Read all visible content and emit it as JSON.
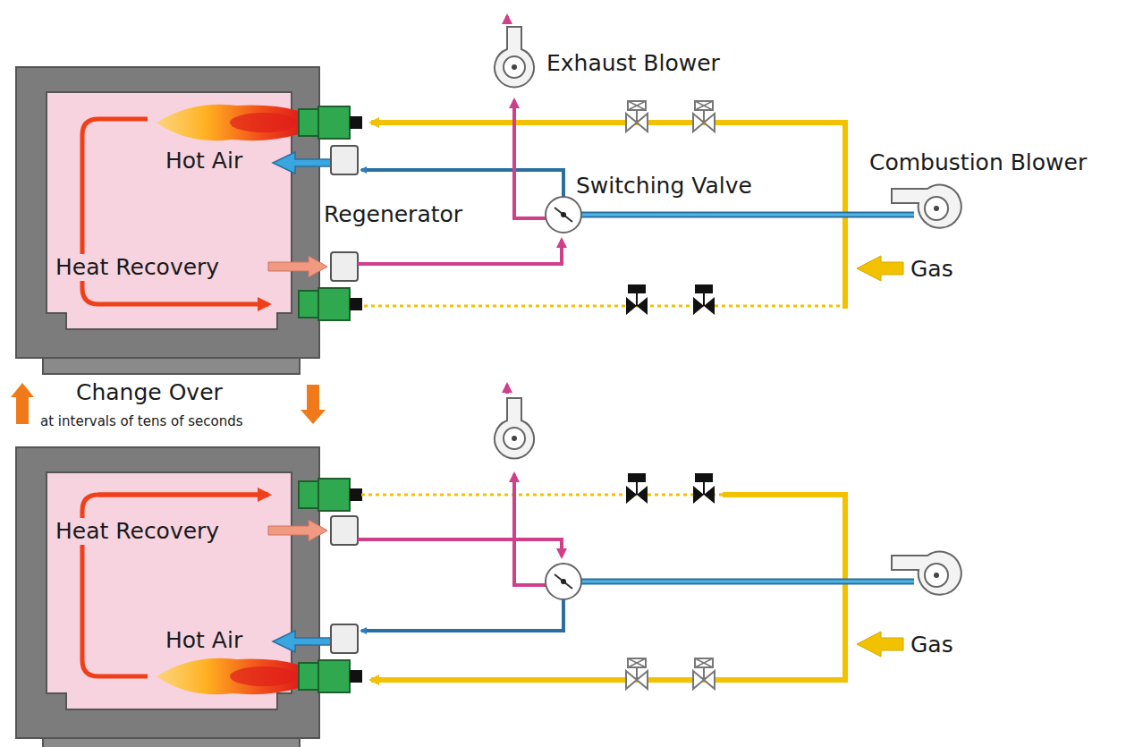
{
  "diagram": {
    "nodes": [
      {
        "text": [
          "Hot Air",
          "Heat Recovery"
        ]
      },
      {
        "text": [
          "Heat Recovery",
          "Hot Air"
        ]
      }
    ],
    "labels": [
      "Exhaust Blower",
      "Switching Valve",
      "Combustion Blower",
      "Regenerator",
      "Gas",
      "Change Over",
      "at intervals of tens of seconds",
      "Gas"
    ]
  }
}
